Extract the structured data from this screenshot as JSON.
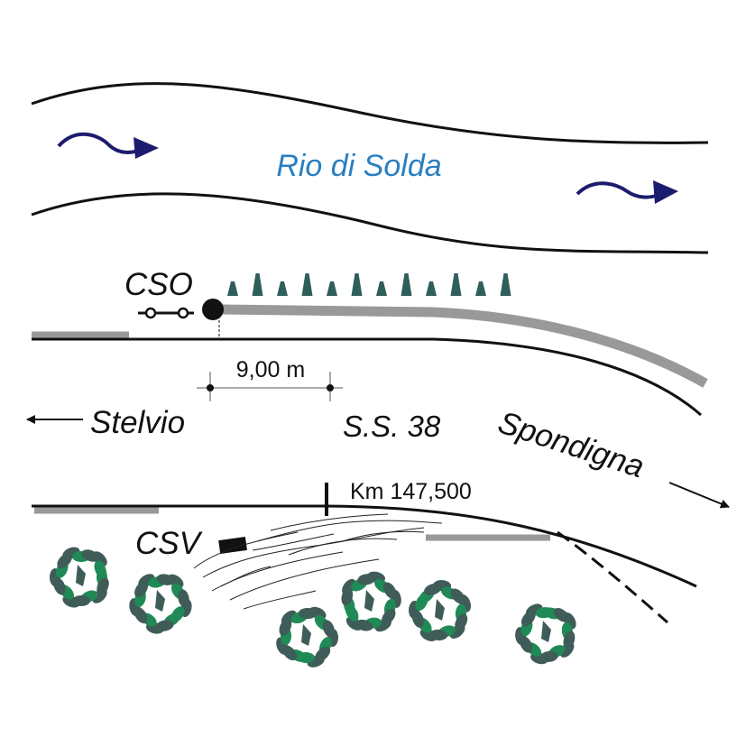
{
  "river": {
    "name": "Rio di Solda"
  },
  "labels": {
    "cso": "CSO",
    "csv": "CSV",
    "distance": "9,00 m",
    "stelvio": "Stelvio",
    "road": "S.S. 38",
    "spondigna": "Spondigna",
    "km": "Km 147,500"
  },
  "colors": {
    "river_text": "#2a7fc0",
    "flow_arrow": "#1c1c6e",
    "guardrail": "#999999",
    "cone": "#2f5f5a",
    "tree_dark": "#3f5c58",
    "tree_light": "#1f8a55"
  },
  "cone_count": 12,
  "tree_count": 6
}
